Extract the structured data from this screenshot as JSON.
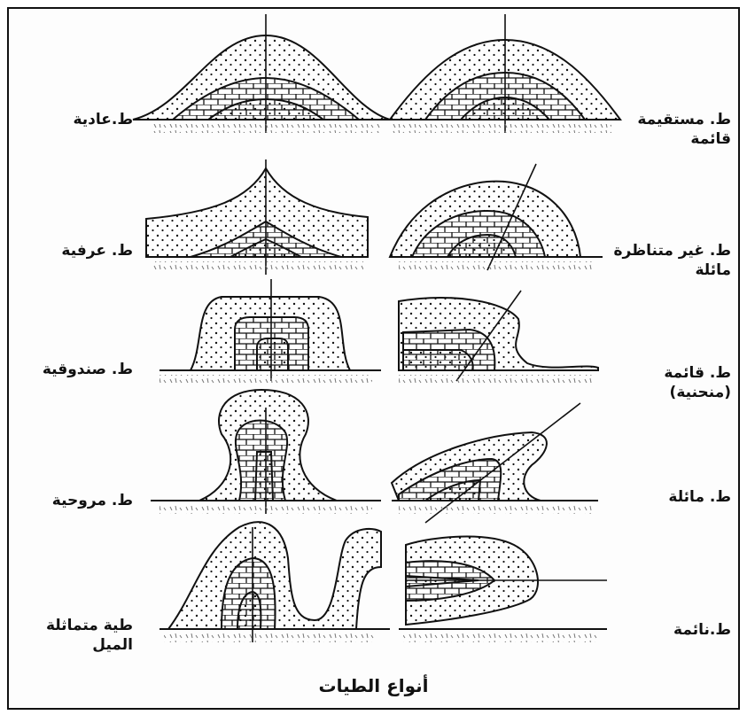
{
  "title": "أنواع الطيات",
  "fold_types": [
    {
      "id": "symmetric",
      "label": "ط.عادية"
    },
    {
      "id": "upright",
      "label": "ط. مستقيمة\nقائمة"
    },
    {
      "id": "ridge",
      "label": "ط. عرفية"
    },
    {
      "id": "asymmetric",
      "label": "ط. غير متناظرة\nمائلة"
    },
    {
      "id": "box",
      "label": "ط. صندوقية"
    },
    {
      "id": "upright-curved",
      "label": "ط. قائمة\n(منحنية)"
    },
    {
      "id": "fan",
      "label": "ط. مروحية"
    },
    {
      "id": "overturned",
      "label": "ط. مائلة"
    },
    {
      "id": "isoclinal",
      "label": "طية متماثلة\nالميل"
    },
    {
      "id": "recumbent",
      "label": "ط.نائمة"
    }
  ]
}
